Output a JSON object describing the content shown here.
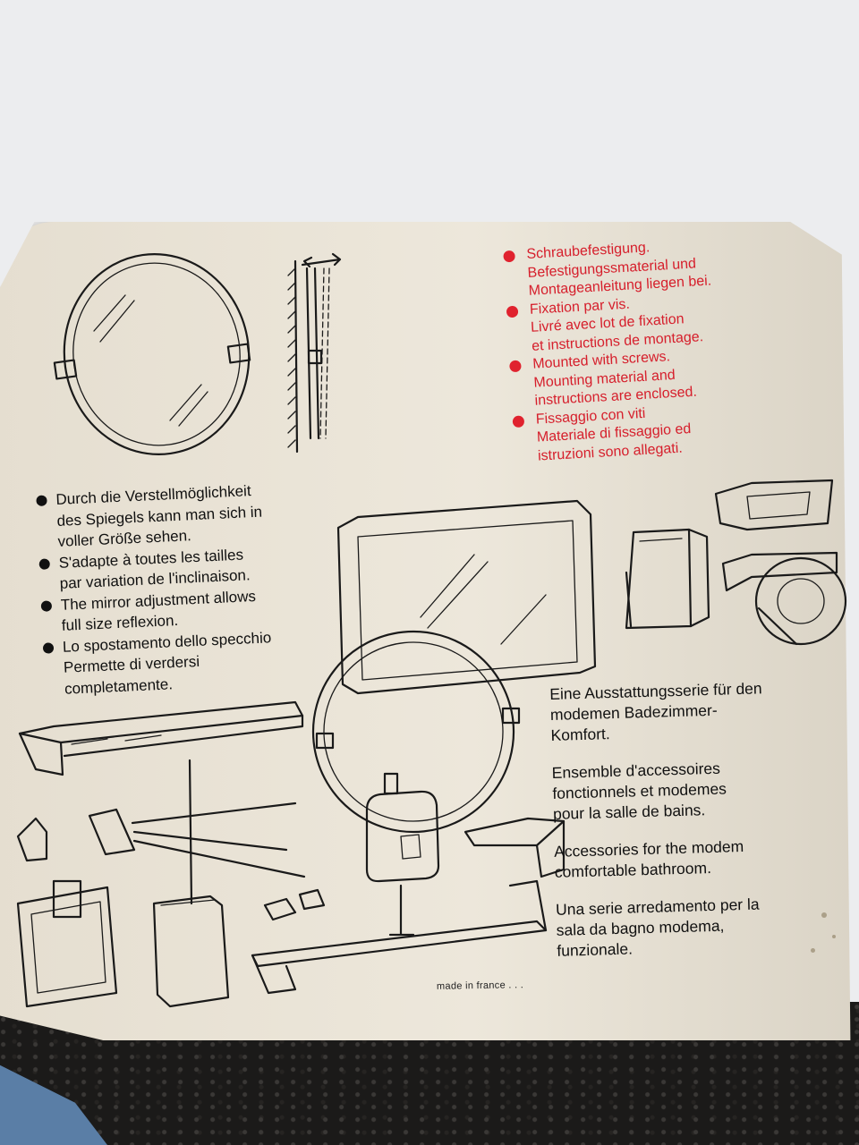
{
  "mounting": {
    "items": [
      {
        "lines": [
          "Schraubefestigung.",
          "Befestigungssmaterial und",
          "Montageanleitung liegen bei."
        ]
      },
      {
        "lines": [
          "Fixation par vis.",
          "Livré avec lot de fixation",
          "et instructions de montage."
        ]
      },
      {
        "lines": [
          "Mounted with screws.",
          "Mounting material and",
          "instructions are enclosed."
        ]
      },
      {
        "lines": [
          "Fissaggio con viti",
          "Materiale di fissaggio ed",
          "istruzioni sono allegati."
        ]
      }
    ],
    "color": "#d61f2c"
  },
  "adjustment": {
    "items": [
      {
        "lines": [
          "Durch die Verstellmöglichkeit",
          "des Spiegels kann man sich in",
          "voller Größe sehen."
        ]
      },
      {
        "lines": [
          "S'adapte à toutes les tailles",
          "par variation de l'inclinaison."
        ]
      },
      {
        "lines": [
          "The mirror adjustment allows",
          "full size reflexion."
        ]
      },
      {
        "lines": [
          "Lo spostamento dello specchio",
          "Permette di verdersi",
          "completamente."
        ]
      }
    ]
  },
  "series": {
    "paragraphs": [
      {
        "lines": [
          "Eine Ausstattungsserie für den",
          "modemen Badezimmer-",
          "Komfort."
        ]
      },
      {
        "lines": [
          "Ensemble d'accessoires",
          "fonctionnels et modemes",
          "pour la salle de bains."
        ]
      },
      {
        "lines": [
          "Accessories for the modem",
          "comfortable bathroom."
        ]
      },
      {
        "lines": [
          "Una serie arredamento per la",
          "sala da bagno modema,",
          "funzionale."
        ]
      }
    ]
  },
  "made_in": "made in france . . ."
}
